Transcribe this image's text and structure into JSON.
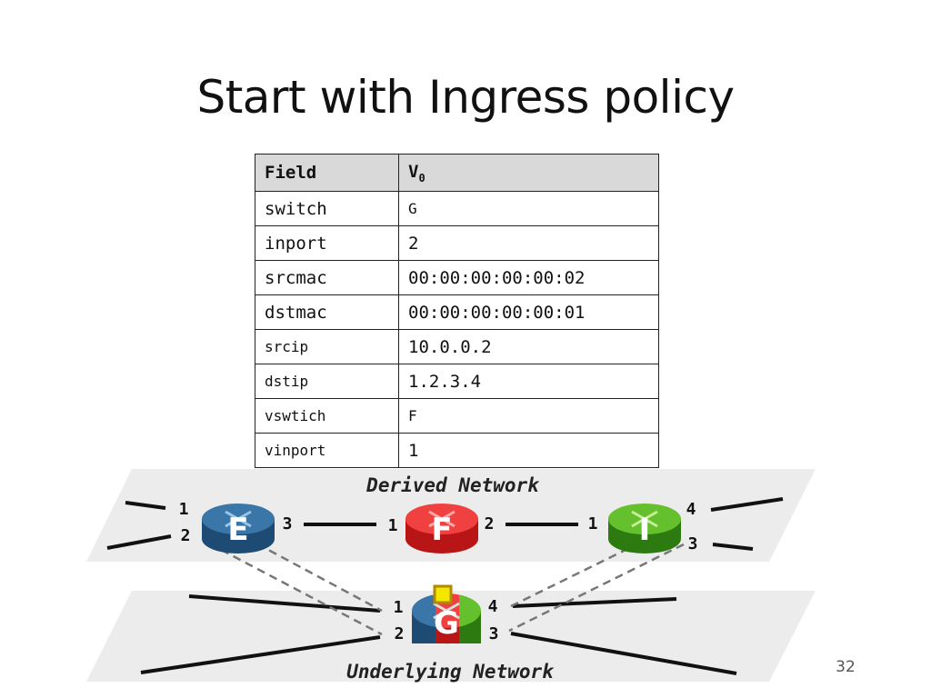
{
  "slide": {
    "title": "Start with Ingress policy",
    "page_number": "32"
  },
  "table": {
    "header": {
      "field": "Field",
      "value": "V",
      "value_subscript": "0"
    },
    "rows": [
      {
        "field": "switch",
        "value": "G"
      },
      {
        "field": "inport",
        "value": "2"
      },
      {
        "field": "srcmac",
        "value": "00:00:00:00:00:02"
      },
      {
        "field": "dstmac",
        "value": "00:00:00:00:00:01"
      },
      {
        "field": "srcip",
        "value": "10.0.0.2"
      },
      {
        "field": "dstip",
        "value": "1.2.3.4"
      },
      {
        "field": "vswtich",
        "value": "F"
      },
      {
        "field": "vinport",
        "value": "1"
      }
    ]
  },
  "diagram": {
    "derived_label": "Derived Network",
    "underlying_label": "Underlying Network",
    "switches": {
      "E": {
        "label": "E",
        "color": "#2a5f8f"
      },
      "F": {
        "label": "F",
        "color": "#e02525"
      },
      "I": {
        "label": "I",
        "color": "#3f9e1c"
      },
      "G": {
        "label": "G",
        "colors": [
          "#2a5f8f",
          "#e02525",
          "#3f9e1c"
        ]
      }
    },
    "ports": {
      "e1": "1",
      "e2": "2",
      "e3": "3",
      "f1": "1",
      "f2": "2",
      "i1": "1",
      "i4": "4",
      "i3": "3",
      "g1": "1",
      "g2": "2",
      "g4": "4",
      "g3": "3"
    },
    "packet_color": "#f5e600"
  }
}
